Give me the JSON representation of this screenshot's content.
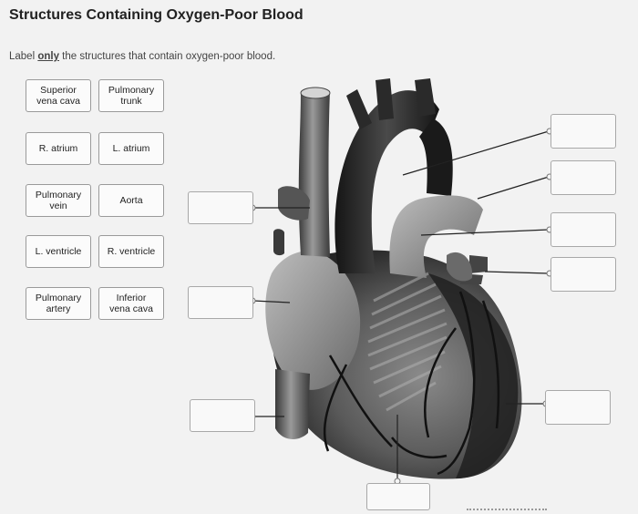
{
  "title": "Structures Containing Oxygen-Poor Blood",
  "instructions": {
    "prefix": "Label ",
    "emphasis": "only",
    "suffix": " the structures that contain oxygen-poor blood."
  },
  "label_bank": [
    {
      "id": "superior-vena-cava",
      "text": "Superior\nvena cava"
    },
    {
      "id": "pulmonary-trunk",
      "text": "Pulmonary\ntrunk"
    },
    {
      "id": "right-atrium",
      "text": "R. atrium"
    },
    {
      "id": "left-atrium",
      "text": "L. atrium"
    },
    {
      "id": "pulmonary-vein",
      "text": "Pulmonary\nvein"
    },
    {
      "id": "aorta",
      "text": "Aorta"
    },
    {
      "id": "left-ventricle",
      "text": "L. ventricle"
    },
    {
      "id": "right-ventricle",
      "text": "R. ventricle"
    },
    {
      "id": "pulmonary-artery",
      "text": "Pulmonary\nartery"
    },
    {
      "id": "inferior-vena-cava",
      "text": "Inferior\nvena cava"
    }
  ],
  "drop_targets": [
    {
      "id": "target-1",
      "value": ""
    },
    {
      "id": "target-2",
      "value": ""
    },
    {
      "id": "target-3",
      "value": ""
    },
    {
      "id": "target-4",
      "value": ""
    },
    {
      "id": "target-5",
      "value": ""
    },
    {
      "id": "target-6",
      "value": ""
    },
    {
      "id": "target-7",
      "value": ""
    },
    {
      "id": "target-8",
      "value": ""
    },
    {
      "id": "target-9",
      "value": ""
    }
  ]
}
